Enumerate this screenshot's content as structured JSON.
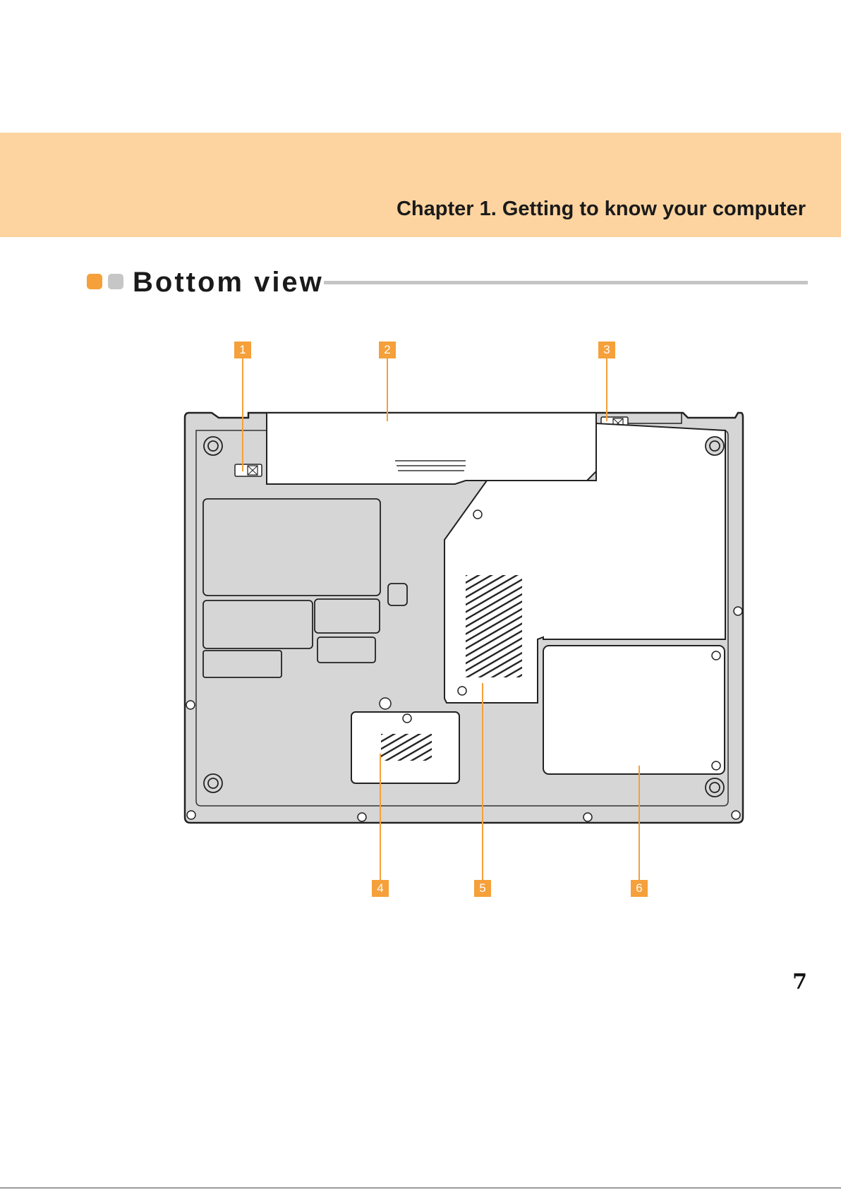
{
  "header": {
    "chapter_title": "Chapter 1. Getting to know your computer",
    "band_color": "#fdd4a0"
  },
  "section": {
    "title": "Bottom view",
    "accent_color": "#f5a03a",
    "secondary_color": "#c6c6c6"
  },
  "figure": {
    "callouts": [
      {
        "number": "1"
      },
      {
        "number": "2"
      },
      {
        "number": "3"
      },
      {
        "number": "4"
      },
      {
        "number": "5"
      },
      {
        "number": "6"
      }
    ]
  },
  "footer": {
    "page_number": "7"
  }
}
